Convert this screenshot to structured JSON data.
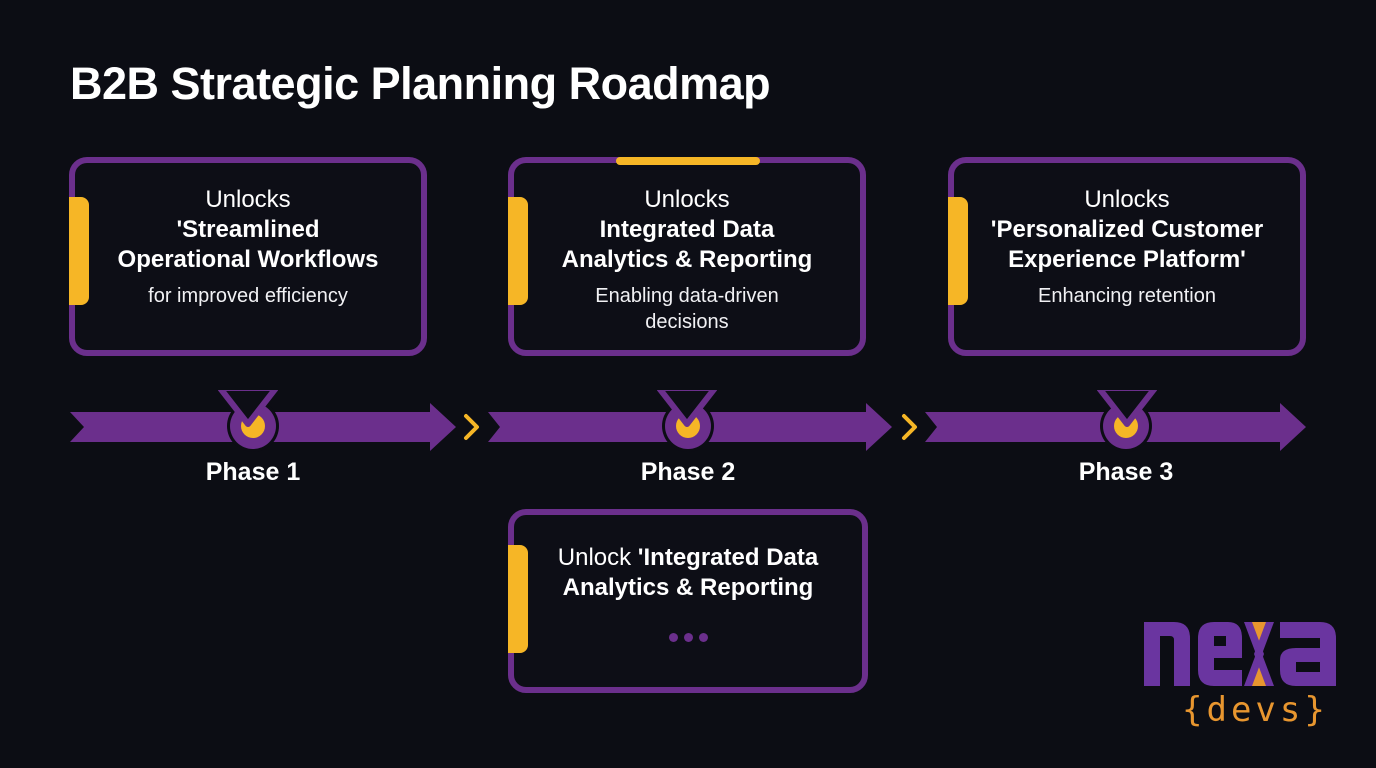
{
  "title": "B2B Strategic Planning Roadmap",
  "colors": {
    "background": "#0c0d14",
    "purple": "#6b2f8c",
    "yellow": "#f6b626",
    "logo_orange": "#e8962f",
    "logo_purple": "#6a35a0"
  },
  "phases": [
    {
      "label": "Phase 1",
      "bubble": {
        "lead": "Unlocks",
        "head_line1": "'Streamlined",
        "head_line2": "Operational Workflows",
        "sub_line1": "for improved efficiency",
        "sub_line2": ""
      }
    },
    {
      "label": "Phase 2",
      "bubble": {
        "lead": "Unlocks",
        "head_line1": "Integrated Data",
        "head_line2": "Analytics & Reporting",
        "sub_line1": "Enabling data-driven",
        "sub_line2": "decisions"
      }
    },
    {
      "label": "Phase 3",
      "bubble": {
        "lead": "Unlocks",
        "head_line1": "'Personalized Customer",
        "head_line2": "Experience Platform'",
        "sub_line1": "Enhancing retention",
        "sub_line2": ""
      }
    }
  ],
  "bottom_card": {
    "prefix": "Unlock ",
    "bold_line1": "'Integrated Data",
    "bold_line2": "Analytics & Reporting",
    "more_icon": "ellipsis-dots"
  },
  "logo": {
    "word": "nexa",
    "sub": "{devs}"
  }
}
